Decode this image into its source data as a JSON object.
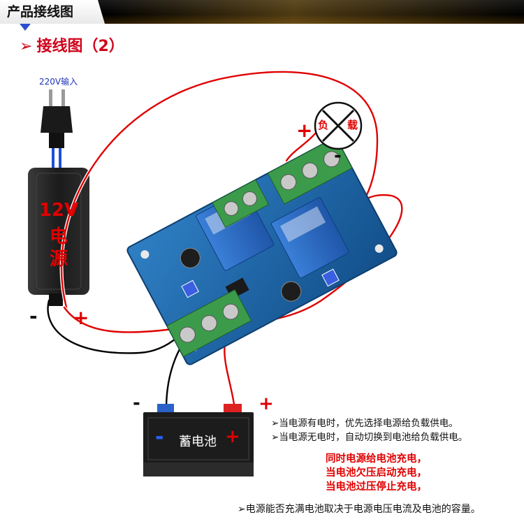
{
  "header": {
    "title": "产品接线图"
  },
  "section": {
    "arrow": "➢",
    "title": "接线图（2）"
  },
  "power_input": {
    "label": "220V输入"
  },
  "psu": {
    "voltage": "12V",
    "char1": "电",
    "char2": "源",
    "minus": "-",
    "plus": "+"
  },
  "load": {
    "label_left": "负",
    "label_right": "载",
    "plus": "+",
    "minus": "-"
  },
  "battery": {
    "label": "蓄电池",
    "minus_sign": "-",
    "plus_sign": "+",
    "terminal_minus": "-",
    "terminal_plus": "+"
  },
  "notes": [
    "当电源有电时，优先选择电源给负载供电。",
    "当电源无电时，自动切换到电池给负载供电。"
  ],
  "note_arrow": "➢",
  "red_notes": [
    "同时电源给电池充电，",
    "当电池欠压启动充电，",
    "当电池过压停止充电，"
  ],
  "footer": "电源能否充满电池取决于电源电压电流及电池的容量。",
  "colors": {
    "header_bg": "#000000",
    "title_red": "#d0021b",
    "board_green": "#1e6fb0",
    "wire_red": "#e00000",
    "terminal_green": "#3b9b4a"
  }
}
